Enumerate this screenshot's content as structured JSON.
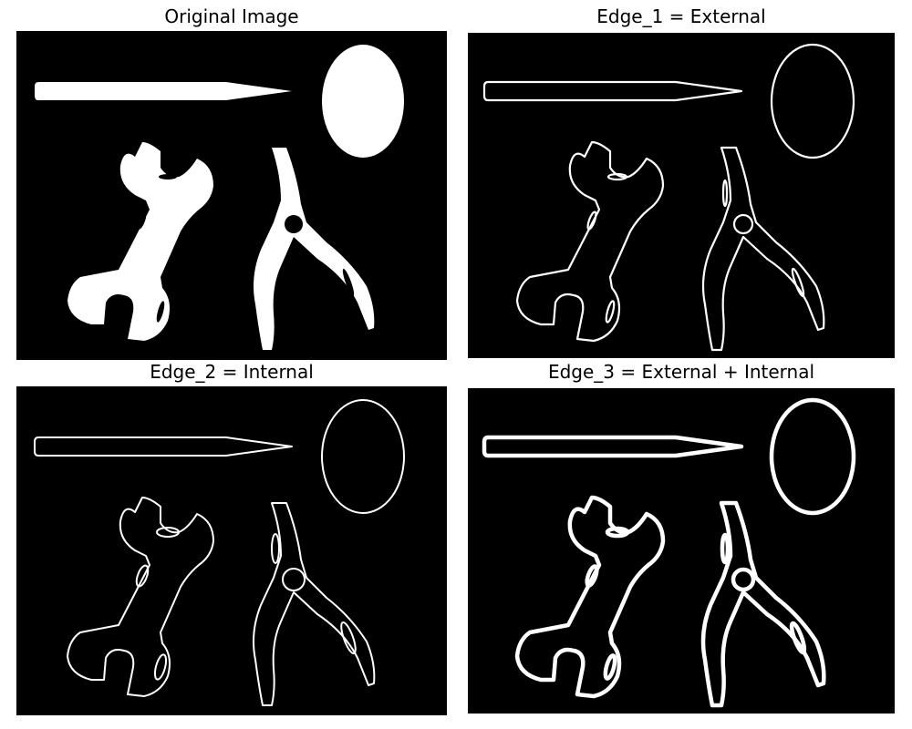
{
  "figure": {
    "panels": [
      {
        "title": "Original Image"
      },
      {
        "title": "Edge_1 = External"
      },
      {
        "title": "Edge_2 = Internal"
      },
      {
        "title": "Edge_3 = External + Internal"
      }
    ]
  },
  "colors": {
    "background": "#000000",
    "foreground": "#ffffff",
    "page": "#ffffff"
  }
}
